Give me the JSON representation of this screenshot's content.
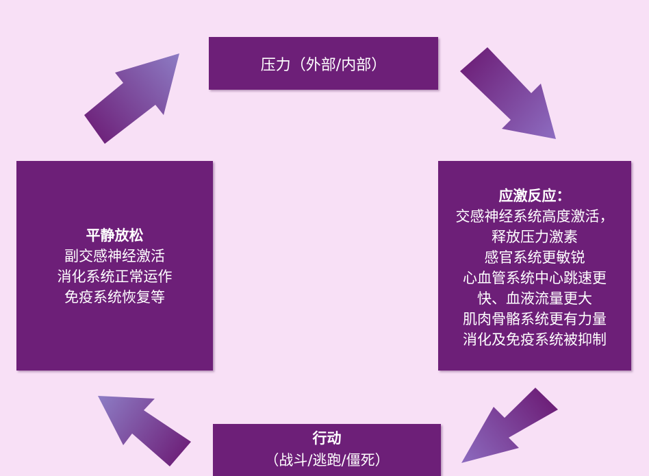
{
  "pressure": {
    "label": "压力（外部/内部）"
  },
  "stress_response": {
    "title": "应激反应：",
    "lines": [
      "交感神经系统高度激活，",
      "释放压力激素",
      "感官系统更敏锐",
      "心血管系统中心跳速更",
      "快、血液流量更大",
      "肌肉骨骼系统更有力量",
      "消化及免疫系统被抑制"
    ]
  },
  "relaxation": {
    "title": "平静放松",
    "lines": [
      "副交感神经激活",
      "消化系统正常运作",
      "免疫系统恢复等"
    ]
  },
  "action": {
    "title": "行动",
    "subtitle": "（战斗/逃跑/僵死）"
  },
  "colors": {
    "background": "#f8e0f6",
    "box_fill": "#6d1f78",
    "box_text": "#ffffff",
    "arrow_dark": "#6d1f78",
    "arrow_light": "#8d7cc4"
  }
}
